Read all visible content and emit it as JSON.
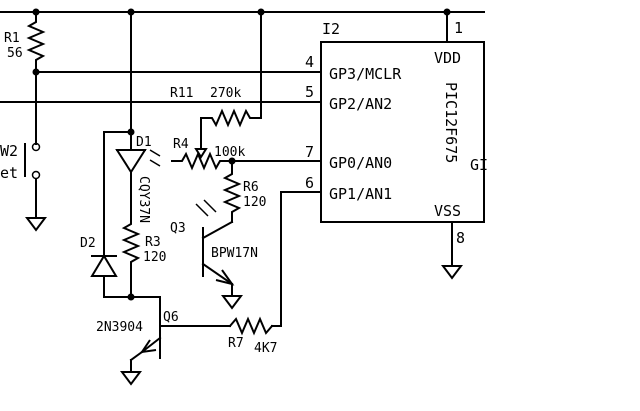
{
  "ic": {
    "ref": "I2",
    "part": "PIC12F675",
    "edge_text": "GI",
    "pins": [
      {
        "num": "1",
        "name": "VDD"
      },
      {
        "num": "4",
        "name": "GP3/MCLR"
      },
      {
        "num": "5",
        "name": "GP2/AN2"
      },
      {
        "num": "7",
        "name": "GP0/AN0"
      },
      {
        "num": "6",
        "name": "GP1/AN1"
      },
      {
        "num": "8",
        "name": "VSS"
      }
    ]
  },
  "components": {
    "r1": {
      "ref": "R1",
      "value": "56"
    },
    "r11": {
      "ref": "R11",
      "value": "270k"
    },
    "r4": {
      "ref": "R4",
      "value": "100k"
    },
    "r6": {
      "ref": "R6",
      "value": "120"
    },
    "r3": {
      "ref": "R3",
      "value": "120"
    },
    "r7": {
      "ref": "R7",
      "value": "4K7"
    },
    "d1": {
      "ref": "D1",
      "part": "CQY37N"
    },
    "d2": {
      "ref": "D2"
    },
    "q3": {
      "ref": "Q3",
      "part": "BPW17N"
    },
    "q6": {
      "ref": "Q6",
      "part": "2N3904"
    },
    "sw2": {
      "ref": "W2",
      "label": "et"
    }
  }
}
